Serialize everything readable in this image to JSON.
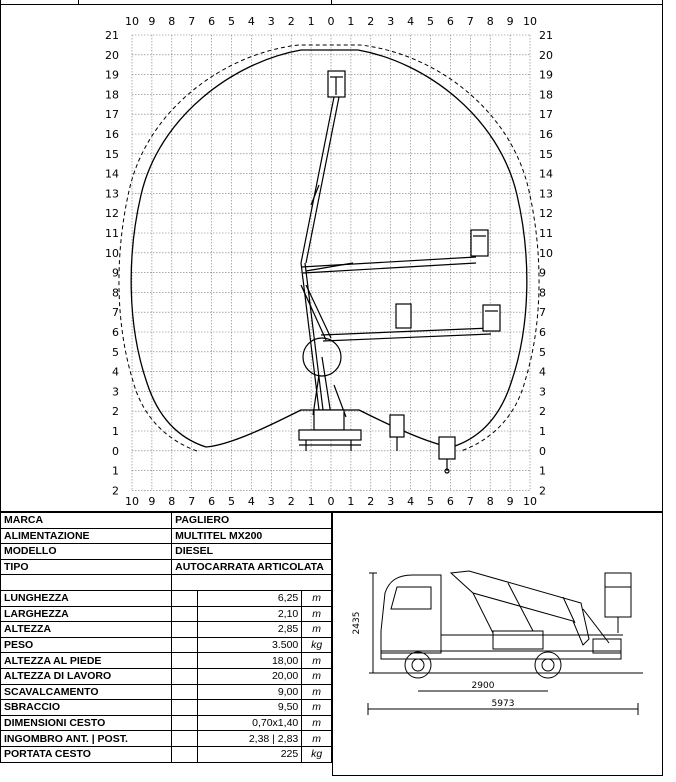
{
  "diagram": {
    "left_axis_labels": [
      "10",
      "9",
      "8",
      "7",
      "6",
      "5",
      "4",
      "3",
      "2",
      "1",
      "0",
      "1",
      "2",
      "3",
      "4",
      "5",
      "6",
      "7",
      "8",
      "9",
      "10"
    ],
    "left_y_labels": [
      "21",
      "20",
      "19",
      "18",
      "17",
      "16",
      "15",
      "14",
      "13",
      "12",
      "11",
      "10",
      "9",
      "8",
      "7",
      "6",
      "5",
      "4",
      "3",
      "2",
      "1",
      "0",
      "1",
      "2"
    ],
    "right_y_labels": [
      "21",
      "20",
      "19",
      "18",
      "17",
      "16",
      "15",
      "14",
      "13",
      "12",
      "11",
      "10",
      "9",
      "8",
      "7",
      "6",
      "5",
      "4",
      "3",
      "2",
      "1",
      "0",
      "1",
      "2"
    ]
  },
  "general": [
    {
      "label": "MARCA",
      "value": "PAGLIERO"
    },
    {
      "label": "ALIMENTAZIONE",
      "value": "MULTITEL MX200"
    },
    {
      "label": "MODELLO",
      "value": "DIESEL"
    },
    {
      "label": "TIPO",
      "value": "AUTOCARRATA ARTICOLATA"
    }
  ],
  "specs": [
    {
      "label": "LUNGHEZZA",
      "value": "6,25",
      "unit": "m"
    },
    {
      "label": "LARGHEZZA",
      "value": "2,10",
      "unit": "m"
    },
    {
      "label": "ALTEZZA",
      "value": "2,85",
      "unit": "m"
    },
    {
      "label": "PESO",
      "value": "3.500",
      "unit": "kg"
    },
    {
      "label": "ALTEZZA AL PIEDE",
      "value": "18,00",
      "unit": "m"
    },
    {
      "label": "ALTEZZA DI LAVORO",
      "value": "20,00",
      "unit": "m"
    },
    {
      "label": "SCAVALCAMENTO",
      "value": "9,00",
      "unit": "m"
    },
    {
      "label": "SBRACCIO",
      "value": "9,50",
      "unit": "m"
    },
    {
      "label": "DIMENSIONI CESTO",
      "value": "0,70x1,40",
      "unit": "m"
    },
    {
      "label": "INGOMBRO ANT. | POST.",
      "value": "2,38 | 2,83",
      "unit": "m"
    },
    {
      "label": "PORTATA CESTO",
      "value": "225",
      "unit": "kg"
    }
  ],
  "truck_dims": {
    "height": "2435",
    "wheelbase": "2900",
    "length": "5973"
  }
}
